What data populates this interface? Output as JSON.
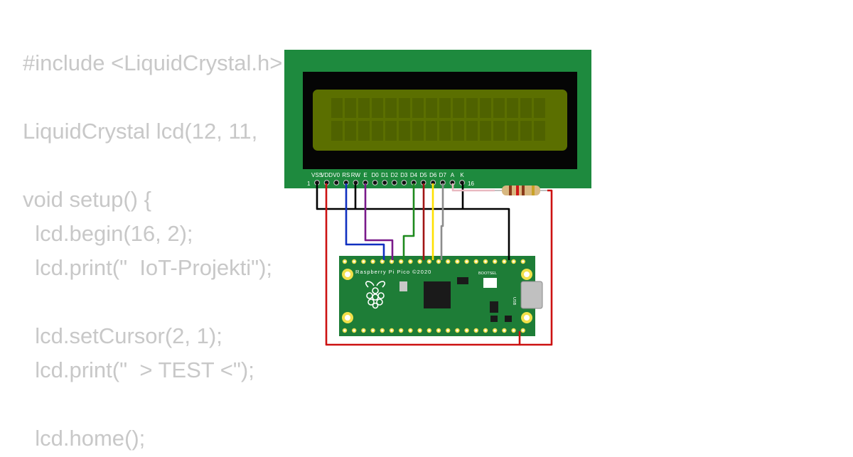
{
  "code": {
    "lines": [
      "#include <LiquidCrystal.h>",
      "",
      "LiquidCrystal lcd(12, 11,",
      "",
      "void setup() {",
      "  lcd.begin(16, 2);",
      "  lcd.print(\"  IoT-Projekti\");",
      "",
      "  lcd.setCursor(2, 1);",
      "  lcd.print(\"  > TEST <\");",
      "",
      "  lcd.home();"
    ]
  },
  "lcd": {
    "pin_labels": [
      "VSS",
      "VDD",
      "V0",
      "RS",
      "RW",
      "E",
      "D0",
      "D1",
      "D2",
      "D3",
      "D4",
      "D5",
      "D6",
      "D7",
      "A",
      "K"
    ],
    "pin_start": "1",
    "pin_end": "16",
    "colors": {
      "board": "#1e8a3e",
      "bezel": "#050505",
      "screen": "#5b6f00"
    }
  },
  "pico": {
    "label": "Raspberry Pi Pico ©2020",
    "bootsel": "BOOTSEL",
    "usb": "USB",
    "colors": {
      "board": "#1e7d37"
    }
  },
  "wire_colors": {
    "black": "#000000",
    "red": "#cc1111",
    "blue": "#1030c0",
    "purple": "#7a1a8a",
    "green": "#1e8a1e",
    "darkred": "#a01515",
    "yellow": "#ffe000",
    "gray": "#8c8c8c"
  },
  "icons": [
    "raspberry-logo-icon"
  ]
}
